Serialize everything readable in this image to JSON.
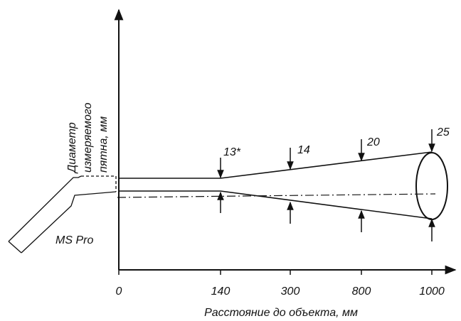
{
  "diagram": {
    "y_axis_label_line1": "Диаметр",
    "y_axis_label_line2": "измеряемого",
    "y_axis_label_line3": "пятна, мм",
    "x_axis_label": "Расстояние до объекта, мм",
    "device_label": "MS Pro",
    "x_ticks": [
      "0",
      "140",
      "300",
      "800",
      "1000"
    ],
    "spot_sizes": [
      "13*",
      "14",
      "20",
      "25"
    ]
  }
}
